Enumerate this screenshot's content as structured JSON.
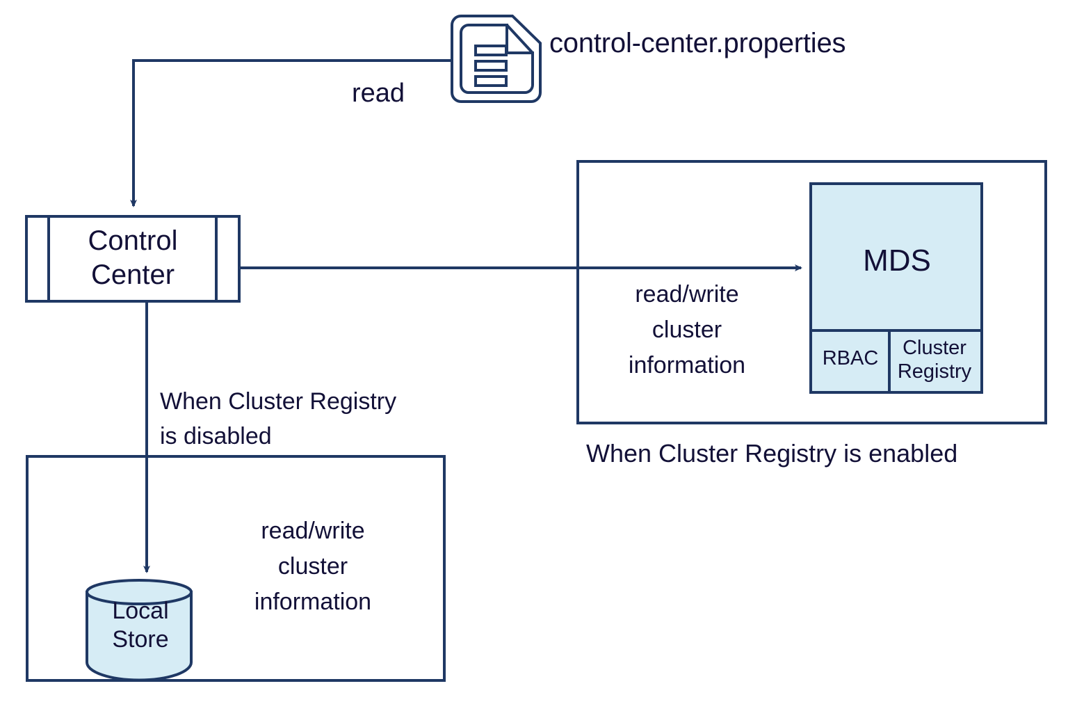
{
  "diagram": {
    "title": "Control Center cluster registry data flow",
    "background": "#ffffff",
    "stroke_color": "#1f3864",
    "text_color": "#121037",
    "fill_color": "#d6ecf5"
  },
  "nodes": {
    "config_file": {
      "label": "control-center.properties",
      "icon": "document-icon"
    },
    "control_center": {
      "label": "Control\nCenter",
      "shape": "uml-component"
    },
    "mds": {
      "label": "MDS",
      "sub_components": [
        {
          "label": "RBAC"
        },
        {
          "label": "Cluster\nRegistry"
        }
      ]
    },
    "local_store": {
      "label": "Local\nStore",
      "shape": "cylinder"
    }
  },
  "edges": {
    "file_to_cc": {
      "label": "read"
    },
    "cc_to_mds": {
      "label": "read/write\ncluster\ninformation"
    },
    "cc_to_local_store": {
      "label": "read/write\ncluster\ninformation"
    }
  },
  "groups": {
    "enabled_group": {
      "caption": "When Cluster Registry is enabled"
    },
    "disabled_group": {
      "caption": "When Cluster Registry\nis disabled"
    }
  }
}
